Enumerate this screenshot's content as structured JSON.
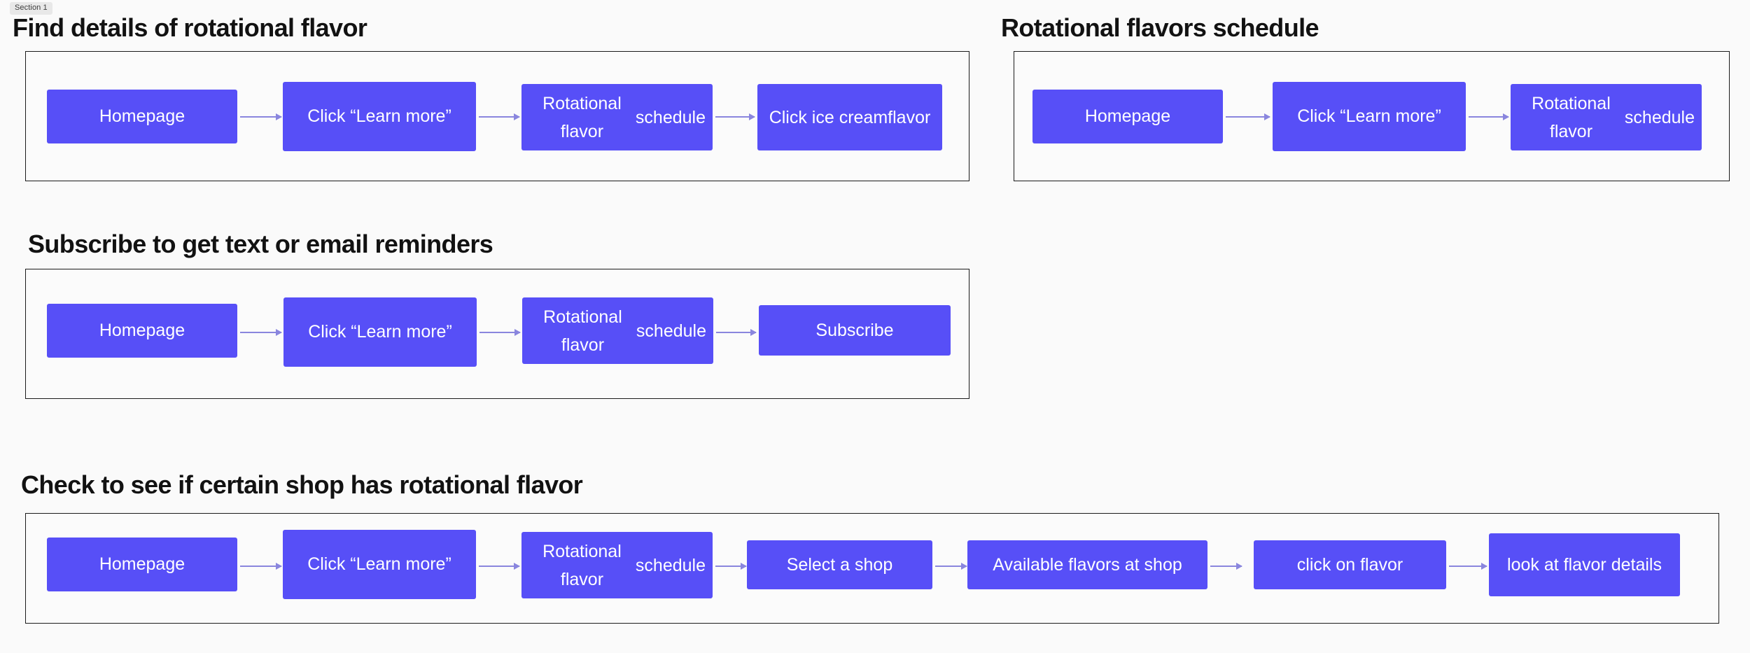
{
  "page": {
    "section_badge": "Section 1",
    "background_color": "#fafafa",
    "node_color": "#574ff7",
    "node_text_color": "#ffffff",
    "connector_color": "#8a86de",
    "frame_border_color": "#1b1b1b"
  },
  "flows": [
    {
      "id": "find-details-of-rotational-flavor",
      "title": "Find details of rotational flavor",
      "nodes": [
        {
          "label": "Homepage",
          "lines": [
            "Homepage"
          ]
        },
        {
          "label": "Click “Learn more”",
          "lines": [
            "Click “Learn more”"
          ]
        },
        {
          "label": "Rotational flavor schedule",
          "lines": [
            "Rotational flavor",
            "schedule"
          ]
        },
        {
          "label": "Click ice cream flavor",
          "lines": [
            "Click ice cream",
            "flavor"
          ]
        }
      ]
    },
    {
      "id": "rotational-flavors-schedule",
      "title": "Rotational flavors schedule",
      "nodes": [
        {
          "label": "Homepage",
          "lines": [
            "Homepage"
          ]
        },
        {
          "label": "Click “Learn more”",
          "lines": [
            "Click “Learn more”"
          ]
        },
        {
          "label": "Rotational flavor schedule",
          "lines": [
            "Rotational flavor",
            "schedule"
          ]
        }
      ]
    },
    {
      "id": "subscribe-to-get-text-or-email-reminders",
      "title": "Subscribe to get text or email reminders",
      "nodes": [
        {
          "label": "Homepage",
          "lines": [
            "Homepage"
          ]
        },
        {
          "label": "Click “Learn more”",
          "lines": [
            "Click “Learn more”"
          ]
        },
        {
          "label": "Rotational flavor schedule",
          "lines": [
            "Rotational flavor",
            "schedule"
          ]
        },
        {
          "label": "Subscribe",
          "lines": [
            "Subscribe"
          ]
        }
      ]
    },
    {
      "id": "check-to-see-if-certain-shop-has-rotational-flavor",
      "title": "Check to see if certain shop has rotational flavor",
      "nodes": [
        {
          "label": "Homepage",
          "lines": [
            "Homepage"
          ]
        },
        {
          "label": "Click “Learn more”",
          "lines": [
            "Click “Learn more”"
          ]
        },
        {
          "label": "Rotational flavor schedule",
          "lines": [
            "Rotational flavor",
            "schedule"
          ]
        },
        {
          "label": "Select a shop",
          "lines": [
            "Select a shop"
          ]
        },
        {
          "label": "Available flavors at shop",
          "lines": [
            "Available flavors at shop"
          ]
        },
        {
          "label": "click on flavor",
          "lines": [
            "click on flavor"
          ]
        },
        {
          "label": "look at flavor details",
          "lines": [
            "look at flavor details"
          ]
        }
      ]
    }
  ]
}
